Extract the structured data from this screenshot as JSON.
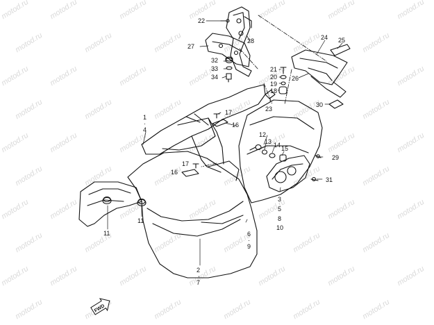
{
  "watermark": "motod.ru",
  "fwd_label": "FWD",
  "callouts": [
    {
      "id": "22",
      "text": "22"
    },
    {
      "id": "28",
      "text": "28"
    },
    {
      "id": "27",
      "text": "27"
    },
    {
      "id": "24",
      "text": "24"
    },
    {
      "id": "25",
      "text": "25"
    },
    {
      "id": "32",
      "text": "32"
    },
    {
      "id": "33",
      "text": "33"
    },
    {
      "id": "34",
      "text": "34"
    },
    {
      "id": "21",
      "text": "21"
    },
    {
      "id": "20",
      "text": "20"
    },
    {
      "id": "19",
      "text": "19"
    },
    {
      "id": "18",
      "text": "18"
    },
    {
      "id": "26",
      "text": "26"
    },
    {
      "id": "30",
      "text": "30"
    },
    {
      "id": "23",
      "text": "23"
    },
    {
      "id": "1",
      "text": "1"
    },
    {
      "id": "4",
      "text": "4"
    },
    {
      "id": "17a",
      "text": "17"
    },
    {
      "id": "16a",
      "text": "16"
    },
    {
      "id": "12",
      "text": "12"
    },
    {
      "id": "13",
      "text": "13"
    },
    {
      "id": "14",
      "text": "14"
    },
    {
      "id": "15",
      "text": "15"
    },
    {
      "id": "29",
      "text": "29"
    },
    {
      "id": "17b",
      "text": "17"
    },
    {
      "id": "16b",
      "text": "16"
    },
    {
      "id": "31",
      "text": "31"
    },
    {
      "id": "3",
      "text": "3"
    },
    {
      "id": "5",
      "text": "5"
    },
    {
      "id": "8",
      "text": "8"
    },
    {
      "id": "10",
      "text": "10"
    },
    {
      "id": "11a",
      "text": "11"
    },
    {
      "id": "11b",
      "text": "11"
    },
    {
      "id": "6",
      "text": "6"
    },
    {
      "id": "9",
      "text": "9"
    },
    {
      "id": "2",
      "text": "2"
    },
    {
      "id": "7",
      "text": "7"
    }
  ]
}
